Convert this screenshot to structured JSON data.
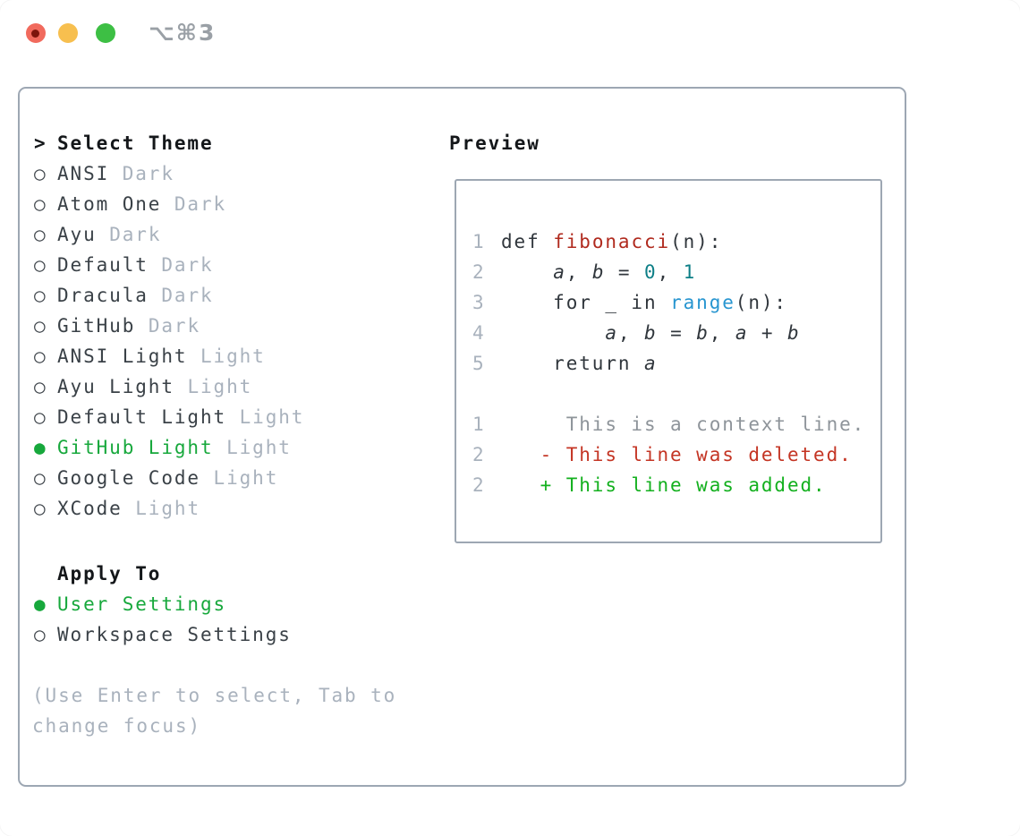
{
  "window": {
    "shortcut": "⌥⌘3",
    "traffic_lights": [
      "close",
      "minimize",
      "zoom"
    ]
  },
  "colors": {
    "header_black": "#14171a",
    "item_gray": "#3a4147",
    "tag_gray": "#a9b2bd",
    "hint_gray": "#a9b2bd",
    "ring_gray": "#41474d",
    "accent_green": "#17a83c",
    "border_gray": "#9da7b3",
    "shortcut_gray": "#9aa0a6",
    "light_red": "#f16a5d",
    "light_red_dot": "#7d150c",
    "light_yellow": "#f7bf4f",
    "light_green": "#3dbf44",
    "linenum": "#a9b2bd",
    "fg": "#30363c",
    "func": "#b02a1e",
    "var": "#30363c",
    "num": "#0e7f87",
    "call": "#2795d0",
    "ctx": "#8e949a",
    "del": "#c43524",
    "add": "#13b01e"
  },
  "theme_panel": {
    "header": {
      "prefix": ">",
      "label": "Select Theme"
    },
    "themes": [
      {
        "name": "ANSI",
        "tag": "Dark",
        "selected": false
      },
      {
        "name": "Atom One",
        "tag": "Dark",
        "selected": false
      },
      {
        "name": "Ayu",
        "tag": "Dark",
        "selected": false
      },
      {
        "name": "Default",
        "tag": "Dark",
        "selected": false
      },
      {
        "name": "Dracula",
        "tag": "Dark",
        "selected": false
      },
      {
        "name": "GitHub",
        "tag": "Dark",
        "selected": false
      },
      {
        "name": "ANSI Light",
        "tag": "Light",
        "selected": false
      },
      {
        "name": "Ayu Light",
        "tag": "Light",
        "selected": false
      },
      {
        "name": "Default Light",
        "tag": "Light",
        "selected": false
      },
      {
        "name": "GitHub Light",
        "tag": "Light",
        "selected": true
      },
      {
        "name": "Google Code",
        "tag": "Light",
        "selected": false
      },
      {
        "name": "XCode",
        "tag": "Light",
        "selected": false
      }
    ],
    "markers": {
      "unselected": "○",
      "selected": "●"
    },
    "apply_to": {
      "label": "Apply To",
      "options": [
        {
          "label": "User Settings",
          "selected": true
        },
        {
          "label": "Workspace Settings",
          "selected": false
        }
      ]
    },
    "hint_lines": [
      "(Use Enter to select, Tab to",
      "change focus)"
    ]
  },
  "preview": {
    "title": "Preview",
    "lines": [
      {
        "num": "1",
        "segs": [
          {
            "t": "def ",
            "c": "fg"
          },
          {
            "t": "fibonacci",
            "c": "func"
          },
          {
            "t": "(n):",
            "c": "fg"
          }
        ]
      },
      {
        "num": "2",
        "segs": [
          {
            "t": "    ",
            "c": "fg"
          },
          {
            "t": "a",
            "c": "var"
          },
          {
            "t": ", ",
            "c": "fg"
          },
          {
            "t": "b",
            "c": "var"
          },
          {
            "t": " = ",
            "c": "fg"
          },
          {
            "t": "0",
            "c": "num"
          },
          {
            "t": ", ",
            "c": "fg"
          },
          {
            "t": "1",
            "c": "num"
          }
        ]
      },
      {
        "num": "3",
        "segs": [
          {
            "t": "    for _ in ",
            "c": "fg"
          },
          {
            "t": "range",
            "c": "call"
          },
          {
            "t": "(n):",
            "c": "fg"
          }
        ]
      },
      {
        "num": "4",
        "segs": [
          {
            "t": "        ",
            "c": "fg"
          },
          {
            "t": "a",
            "c": "var"
          },
          {
            "t": ", ",
            "c": "fg"
          },
          {
            "t": "b",
            "c": "var"
          },
          {
            "t": " = ",
            "c": "fg"
          },
          {
            "t": "b",
            "c": "var"
          },
          {
            "t": ", ",
            "c": "fg"
          },
          {
            "t": "a",
            "c": "var"
          },
          {
            "t": " + ",
            "c": "fg"
          },
          {
            "t": "b",
            "c": "var"
          }
        ]
      },
      {
        "num": "5",
        "segs": [
          {
            "t": "    return ",
            "c": "fg"
          },
          {
            "t": "a",
            "c": "var"
          }
        ]
      },
      {
        "num": "",
        "segs": []
      },
      {
        "num": "1",
        "segs": [
          {
            "t": "     This is a context line.",
            "c": "ctx"
          }
        ]
      },
      {
        "num": "2",
        "segs": [
          {
            "t": "   - This line was deleted.",
            "c": "del"
          }
        ]
      },
      {
        "num": "2",
        "segs": [
          {
            "t": "   + This line was added.",
            "c": "add"
          }
        ]
      }
    ]
  }
}
